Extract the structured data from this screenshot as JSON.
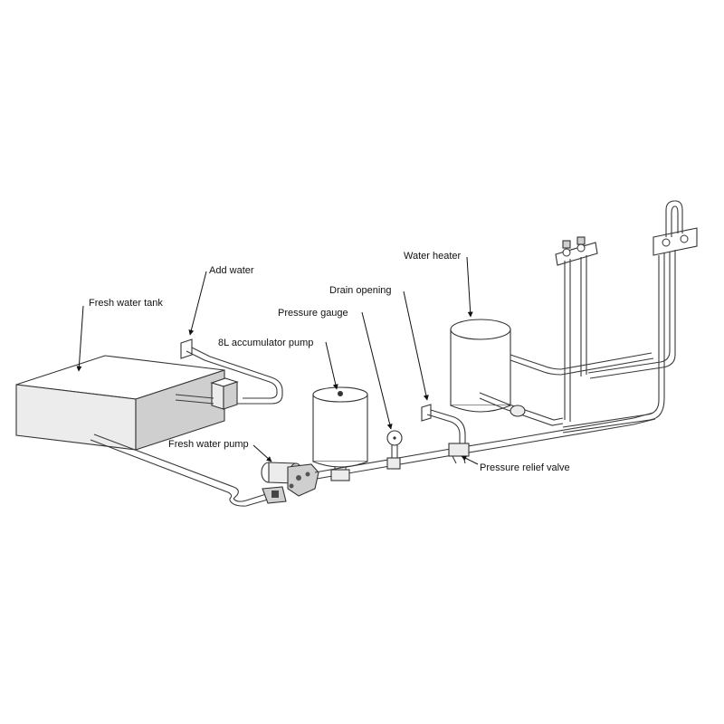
{
  "labels": {
    "fresh_water_tank": "Fresh water tank",
    "add_water": "Add water",
    "accumulator_pump": "8L accumulator pump",
    "pressure_gauge": "Pressure gauge",
    "drain_opening": "Drain opening",
    "water_heater": "Water heater",
    "fresh_water_pump": "Fresh water pump",
    "pressure_relief_valve": "Pressure relief valve"
  }
}
